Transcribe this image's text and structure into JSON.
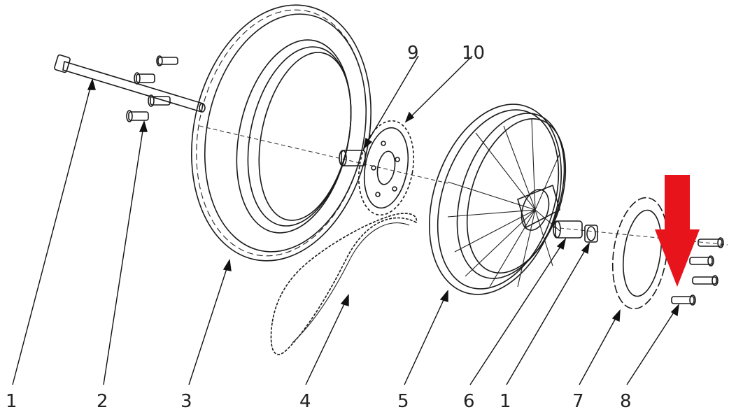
{
  "callouts": [
    {
      "id": "c1",
      "label": "1"
    },
    {
      "id": "c2",
      "label": "2"
    },
    {
      "id": "c3",
      "label": "3"
    },
    {
      "id": "c4",
      "label": "4"
    },
    {
      "id": "c5",
      "label": "5"
    },
    {
      "id": "c6",
      "label": "6"
    },
    {
      "id": "c7",
      "label": "1"
    },
    {
      "id": "c8",
      "label": "7"
    },
    {
      "id": "c9",
      "label": "8"
    },
    {
      "id": "c10",
      "label": "9"
    },
    {
      "id": "c11",
      "label": "10"
    }
  ],
  "colors": {
    "line": "#1a1a1a",
    "arrow": "#e8141c",
    "background": "#ffffff"
  },
  "icons": {
    "highlight": "red-down-arrow-icon"
  }
}
